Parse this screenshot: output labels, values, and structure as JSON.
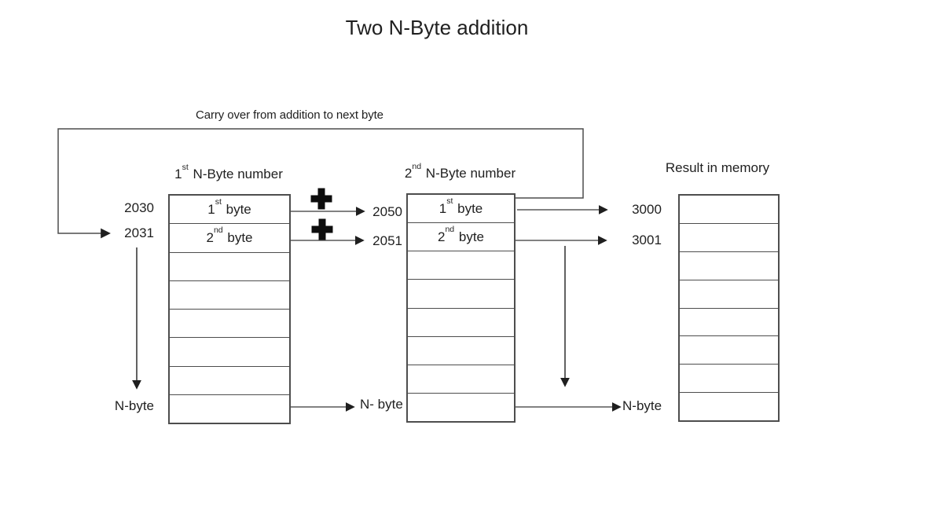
{
  "title": "Two N-Byte addition",
  "carry_label": "Carry over from addition to next byte",
  "colors": {
    "background": "#ffffff",
    "line": "#595959",
    "arrowhead": "#1f1f1f",
    "text": "#1f1f1f",
    "plus": "#0d0d0d"
  },
  "icons": {
    "plus": "heavy-plus-cross"
  },
  "diagram": {
    "table1": {
      "header": {
        "num": "1",
        "ordinal": "st",
        "rest": " N-Byte number"
      },
      "addresses": [
        "2030",
        "2031"
      ],
      "num_rows": 8,
      "cells": [
        {
          "num": "1",
          "ordinal": "st",
          "rest": " byte"
        },
        {
          "num": "2",
          "ordinal": "nd",
          "rest": " byte"
        },
        "",
        "",
        "",
        "",
        "",
        ""
      ],
      "bottom_label": "N-byte"
    },
    "table2": {
      "header": {
        "num": "2",
        "ordinal": "nd",
        "rest": " N-Byte number"
      },
      "addresses": [
        "2050",
        "2051"
      ],
      "num_rows": 8,
      "cells": [
        {
          "num": "1",
          "ordinal": "st",
          "rest": " byte"
        },
        {
          "num": "2",
          "ordinal": "nd",
          "rest": " byte"
        },
        "",
        "",
        "",
        "",
        "",
        ""
      ],
      "bottom_label": "N- byte"
    },
    "table3": {
      "header": "Result in memory",
      "addresses": [
        "3000",
        "3001"
      ],
      "num_rows": 8,
      "cells": [
        "",
        "",
        "",
        "",
        "",
        "",
        "",
        ""
      ],
      "bottom_label": "N-byte"
    }
  }
}
